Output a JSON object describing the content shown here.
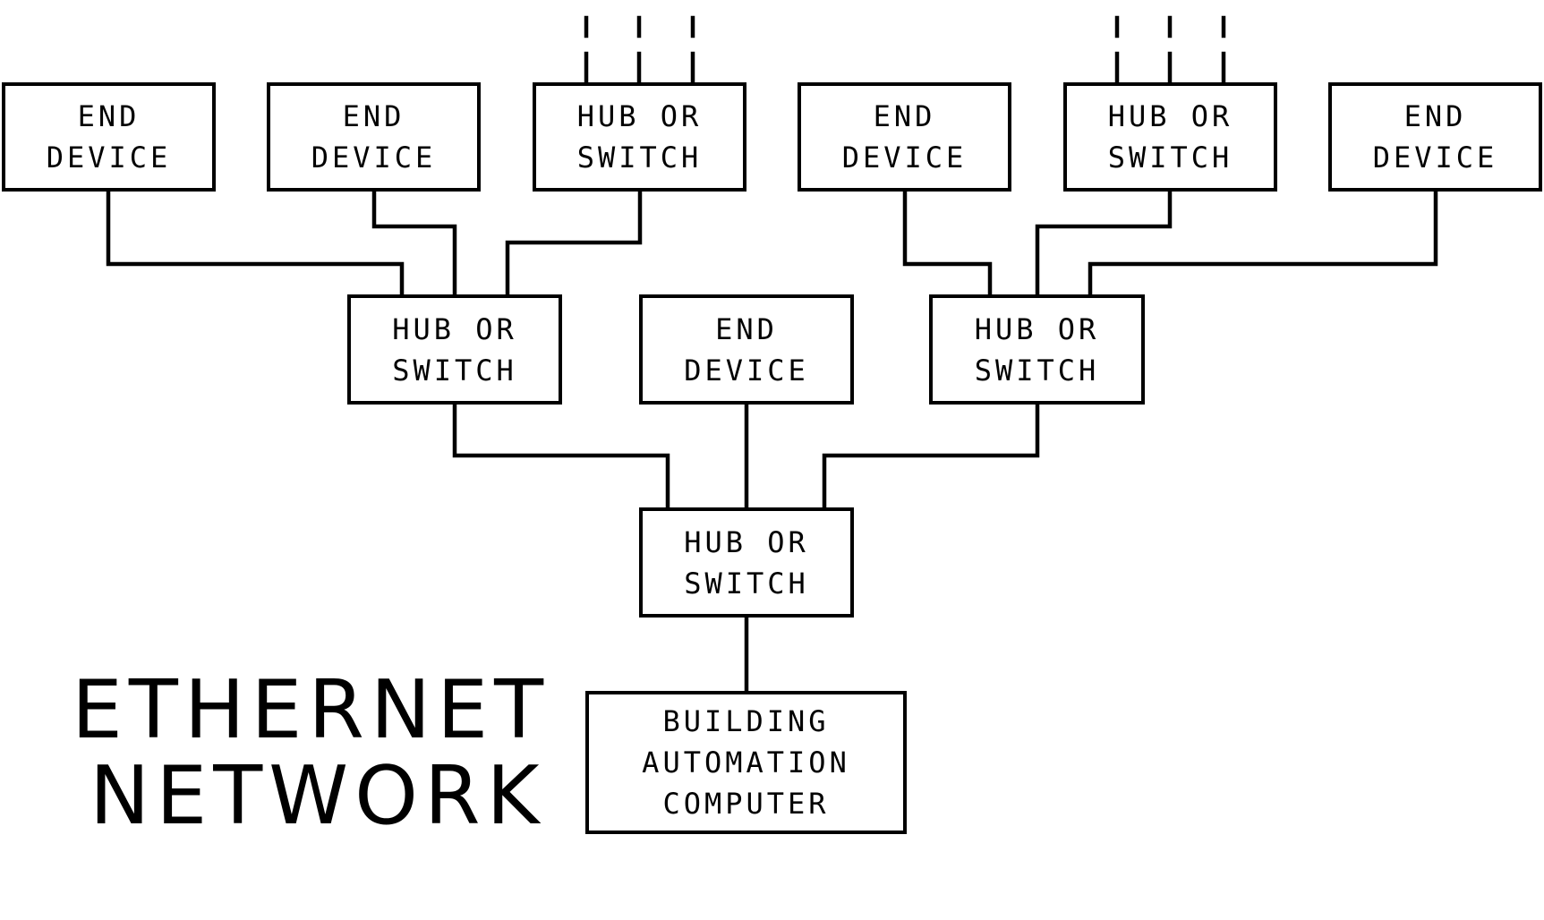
{
  "title": {
    "line1": "ETHERNET",
    "line2": "NETWORK"
  },
  "nodes": {
    "end_device_1": {
      "line1": "END",
      "line2": "DEVICE"
    },
    "end_device_2": {
      "line1": "END",
      "line2": "DEVICE"
    },
    "hub_switch_top_1": {
      "line1": "HUB OR",
      "line2": "SWITCH"
    },
    "end_device_3": {
      "line1": "END",
      "line2": "DEVICE"
    },
    "hub_switch_top_2": {
      "line1": "HUB OR",
      "line2": "SWITCH"
    },
    "end_device_4": {
      "line1": "END",
      "line2": "DEVICE"
    },
    "hub_switch_mid_left": {
      "line1": "HUB OR",
      "line2": "SWITCH"
    },
    "end_device_mid": {
      "line1": "END",
      "line2": "DEVICE"
    },
    "hub_switch_mid_right": {
      "line1": "HUB OR",
      "line2": "SWITCH"
    },
    "hub_switch_root": {
      "line1": "HUB OR",
      "line2": "SWITCH"
    },
    "building_automation_computer": {
      "line1": "BUILDING",
      "line2": "AUTOMATION",
      "line3": "COMPUTER"
    }
  }
}
